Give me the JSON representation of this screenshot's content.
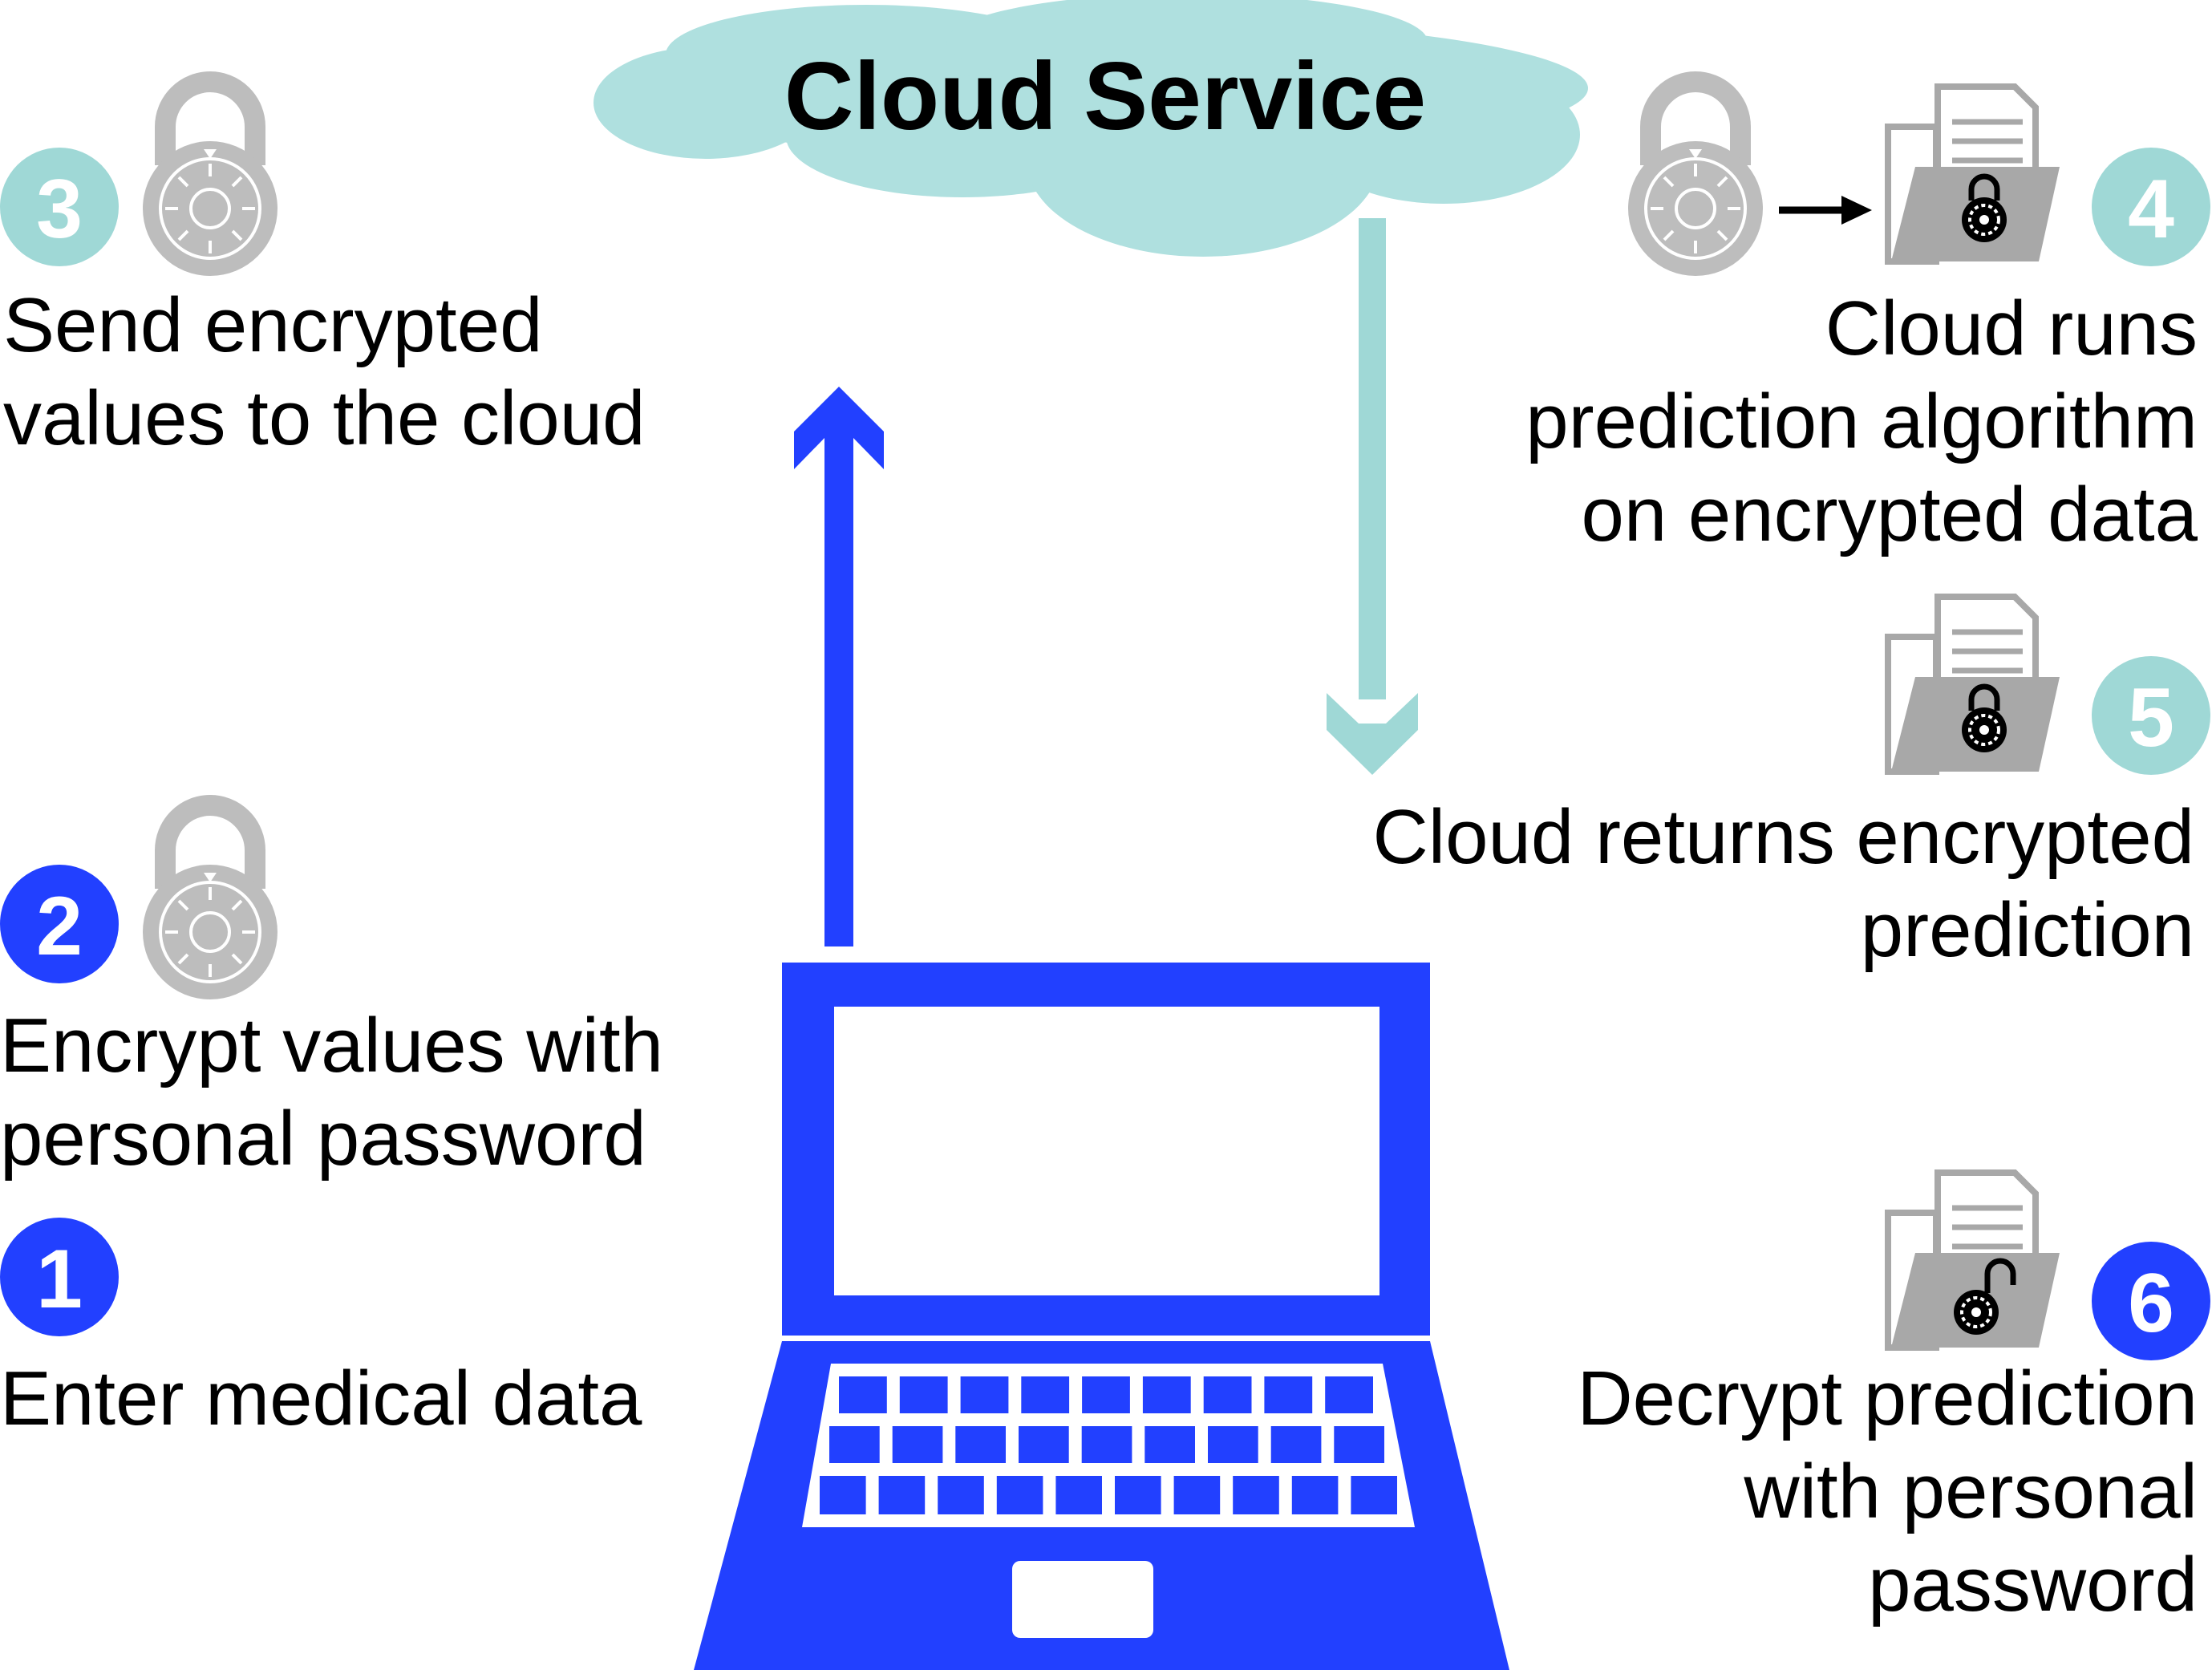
{
  "cloud": {
    "title": "Cloud Service"
  },
  "steps": [
    {
      "number": "1",
      "text_lines": [
        "Enter medical data"
      ]
    },
    {
      "number": "2",
      "text_lines": [
        "Encrypt values with",
        "personal password"
      ]
    },
    {
      "number": "3",
      "text_lines": [
        "Send encrypted",
        "values to the cloud"
      ]
    },
    {
      "number": "4",
      "text_lines": [
        "Cloud runs",
        "prediction algorithm",
        "on encrypted data"
      ]
    },
    {
      "number": "5",
      "text_lines": [
        "Cloud returns encrypted",
        "prediction"
      ]
    },
    {
      "number": "6",
      "text_lines": [
        "Decrypt prediction",
        "with personal",
        "password"
      ]
    }
  ],
  "colors": {
    "blue": "#2240ff",
    "teal": "#9fd8d6",
    "cloud": "#afe0df",
    "gray": "#bdbdbd",
    "folder_fill": "#a8a8a8",
    "black": "#000000"
  },
  "icons": {
    "padlock": "combination-padlock-icon",
    "folder": "encrypted-folder-icon",
    "laptop": "laptop-icon",
    "cloud": "cloud-icon"
  }
}
